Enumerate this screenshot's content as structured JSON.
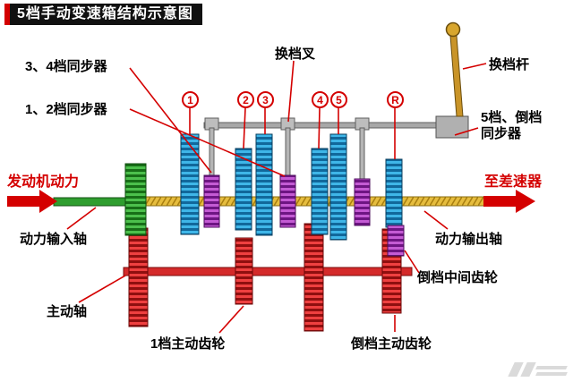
{
  "title": "5档手动变速箱结构示意图",
  "labels": {
    "sync34": "3、4档同步器",
    "sync12": "1、2档同步器",
    "shift_fork": "换档叉",
    "shift_lever": "换档杆",
    "sync5r": {
      "line1": "5档、倒档",
      "line2": "同步器"
    },
    "engine_power": "发动机动力",
    "input_shaft": "动力输入轴",
    "drive_shaft": "主动轴",
    "gear1_drive": "1档主动齿轮",
    "reverse_drive_gear": "倒档主动齿轮",
    "to_differential": "至差速器",
    "output_shaft": "动力输出轴",
    "reverse_idler": "倒档中间齿轮"
  },
  "gear_numbers": [
    "1",
    "2",
    "3",
    "4",
    "5",
    "R"
  ],
  "colors": {
    "accent_red": "#d40000",
    "gear_blue": "#3fb6e8",
    "gear_red": "#ef4040",
    "gear_green": "#4cc04c",
    "hub_purple": "#c45bd4",
    "shaft_gold": "#e6bd3e",
    "shaft_green": "#2f9e2f",
    "rail_gray": "#a8a8a8",
    "title_bg": "#111111"
  }
}
